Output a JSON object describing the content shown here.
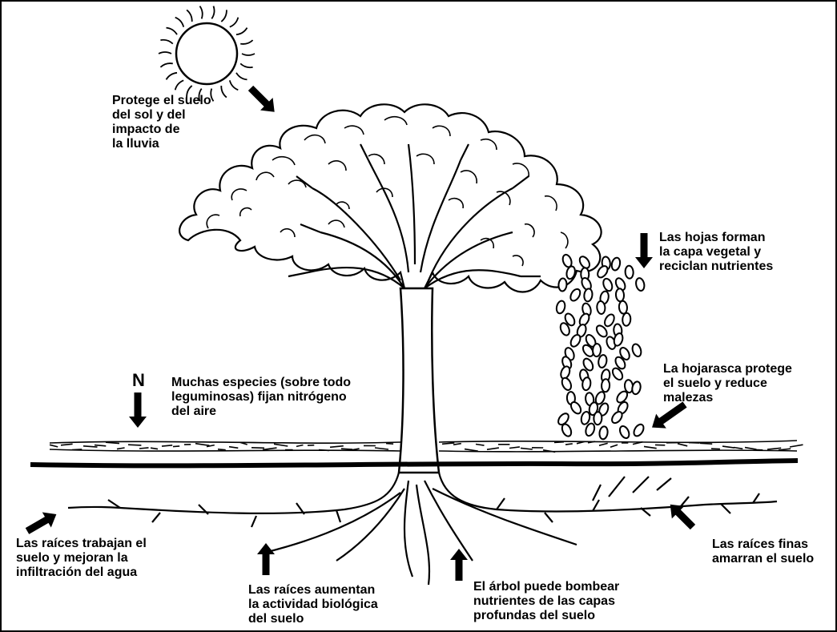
{
  "labels": {
    "sun": [
      "Protege el suelo",
      "del sol y del",
      "impacto de",
      "la lluvia"
    ],
    "leaves": [
      "Las hojas forman",
      "la capa vegetal y",
      "reciclan nutrientes"
    ],
    "litter": [
      "La hojarasca protege",
      "el suelo y reduce",
      "malezas"
    ],
    "nitrogen_letter": "N",
    "nitrogen": [
      "Muchas especies (sobre todo",
      "leguminosas) fijan nitrógeno",
      "del aire"
    ],
    "roots_work": [
      "Las raíces trabajan el",
      "suelo y mejoran la",
      "infiltración del agua"
    ],
    "roots_bio": [
      "Las raíces aumentan",
      "la actividad biológica",
      "del suelo"
    ],
    "tree_pump": [
      "El árbol puede bombear",
      "nutrientes de las capas",
      "profundas del suelo"
    ],
    "fine_roots": [
      "Las raíces finas",
      "amarran el suelo"
    ]
  }
}
